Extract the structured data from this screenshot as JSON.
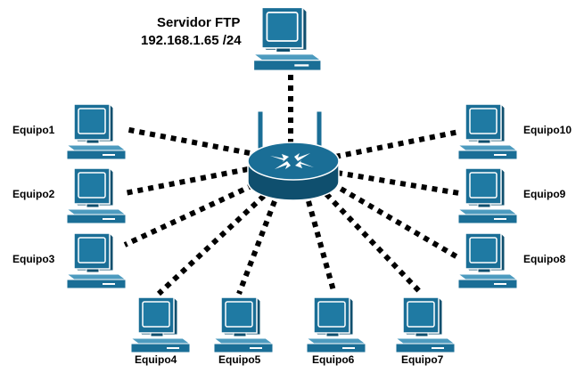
{
  "server": {
    "title": "Servidor FTP",
    "address": "192.168.1.65 /24"
  },
  "computers": [
    {
      "id": "equipo1",
      "label": "Equipo1"
    },
    {
      "id": "equipo2",
      "label": "Equipo2"
    },
    {
      "id": "equipo3",
      "label": "Equipo3"
    },
    {
      "id": "equipo4",
      "label": "Equipo4"
    },
    {
      "id": "equipo5",
      "label": "Equipo5"
    },
    {
      "id": "equipo6",
      "label": "Equipo6"
    },
    {
      "id": "equipo7",
      "label": "Equipo7"
    },
    {
      "id": "equipo8",
      "label": "Equipo8"
    },
    {
      "id": "equipo9",
      "label": "Equipo9"
    },
    {
      "id": "equipo10",
      "label": "Equipo10"
    }
  ],
  "colors": {
    "device": "#1a6e96",
    "device_dark": "#0f4f6e",
    "device_light": "#4d9bbf",
    "screen": "#1f7aa3",
    "outline": "#ffffff",
    "link": "#000000"
  }
}
